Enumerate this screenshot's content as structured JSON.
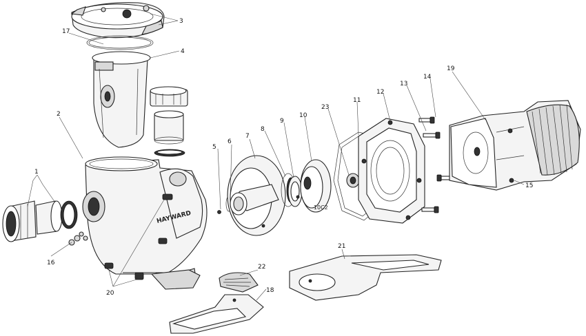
{
  "brand_label": "HAYWARD",
  "impeller_mark": "-10C2",
  "callouts": {
    "c1": "1",
    "c2": "2",
    "c3": "3",
    "c4": "4",
    "c5": "5",
    "c6": "6",
    "c7": "7",
    "c8": "8",
    "c9": "9",
    "c10": "10",
    "c11": "11",
    "c12": "12",
    "c13": "13",
    "c14": "14",
    "c15": "15",
    "c16": "16",
    "c17": "17",
    "c18": "18",
    "c19": "19",
    "c20": "20",
    "c21": "21",
    "c22": "22",
    "c23": "23"
  }
}
